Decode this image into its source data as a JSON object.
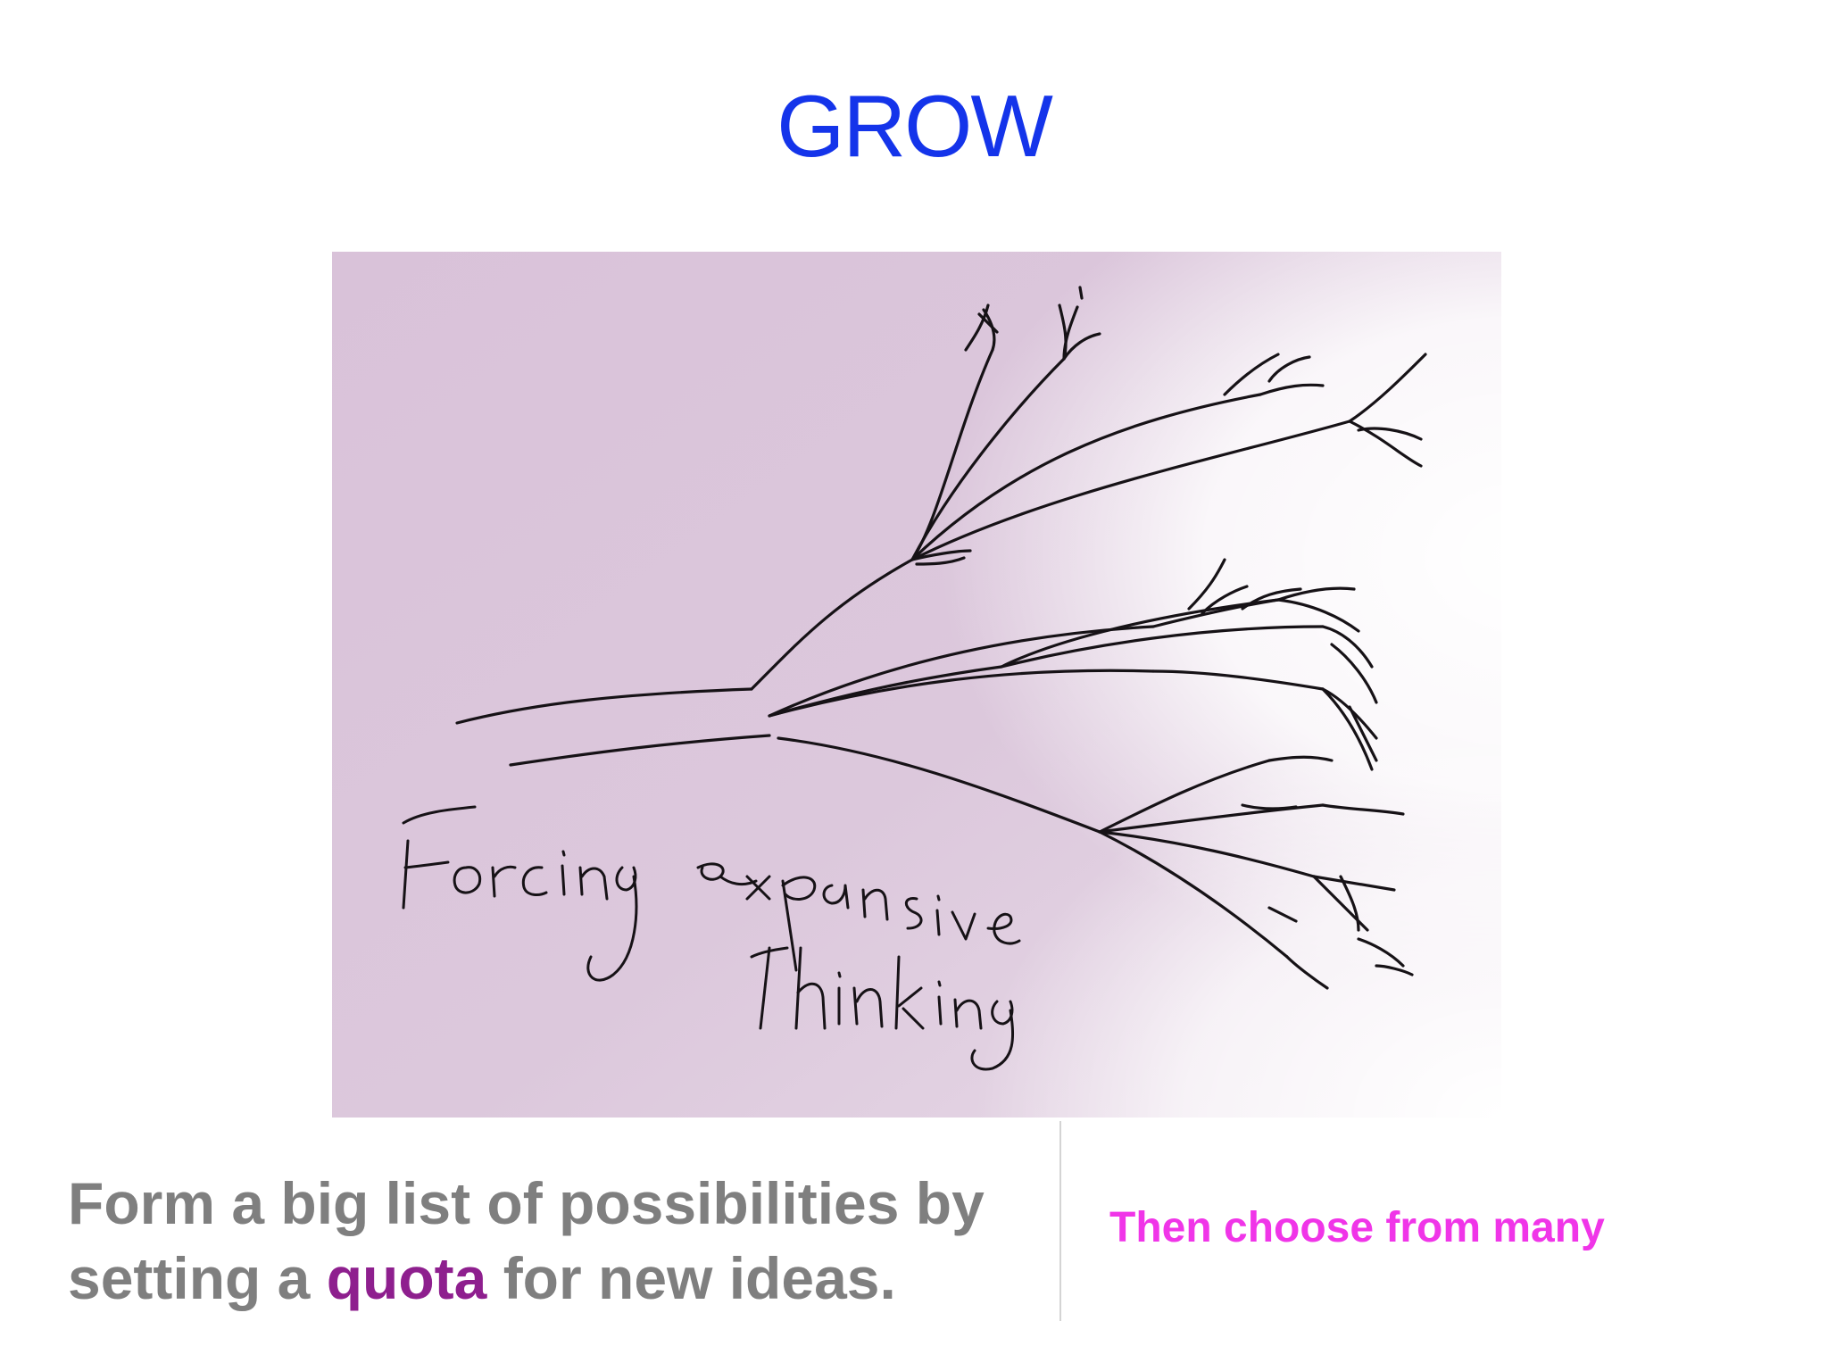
{
  "slide": {
    "title": "GROW",
    "illustration": {
      "handwritten_caption_line1": "Forcing expansive",
      "handwritten_caption_line2": "thinking"
    },
    "body": {
      "part1": "Form a big list of possibilities by setting a ",
      "highlight": "quota",
      "part2": " for new ideas."
    },
    "side_note": "Then choose from many"
  },
  "colors": {
    "title": "#1434ea",
    "body_text": "#7f7f7f",
    "highlight": "#8e1f8e",
    "side_note": "#f035e8",
    "paper": "#dbc5db",
    "ink": "#111111"
  }
}
